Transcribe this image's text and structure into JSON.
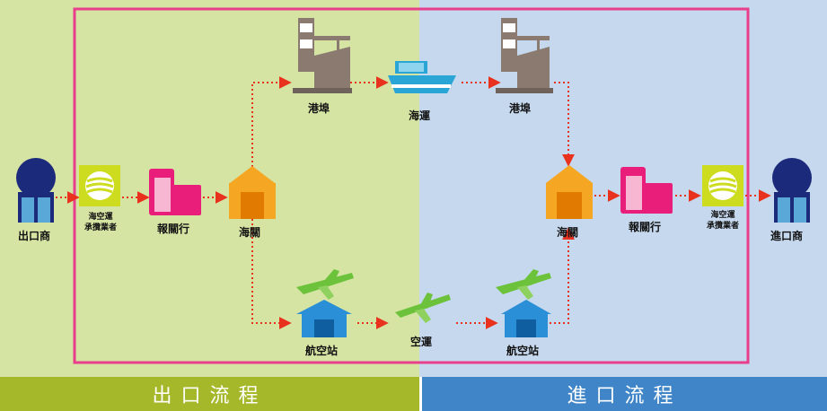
{
  "title": "",
  "flow": {
    "exporter": "出口商",
    "importer": "進口商",
    "forwarder_export": [
      "海空運",
      "承攬業者"
    ],
    "forwarder_import": [
      "海空運",
      "承攬業者"
    ],
    "broker_export": "報關行",
    "broker_import": "報關行",
    "customs_export": "海關",
    "customs_import": "海關",
    "port_export": "港埠",
    "port_import": "港埠",
    "sea_transport": "海運",
    "airport_export": "航空站",
    "airport_import": "航空站",
    "air_transport": "空運"
  },
  "bands": {
    "export": "出口流程",
    "import": "進口流程"
  },
  "colors": {
    "export_bg": "#d6e4a3",
    "import_bg": "#c6d8ee",
    "export_band": "#a4b82a",
    "import_band": "#3f85c8",
    "frame": "#e83e8c",
    "arrow": "#e8321e",
    "person": "#1b2a7a",
    "building": "#f5a623",
    "broker": "#e91e7a",
    "plane": "#6cc23b",
    "ship": "#2aa6d6",
    "factory": "#8a7a70",
    "airport": "#2a8fd6"
  }
}
